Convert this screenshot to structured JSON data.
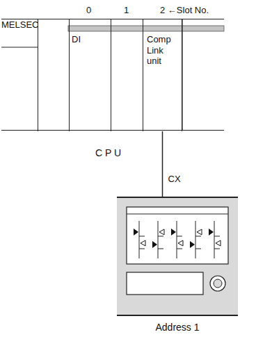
{
  "diagram": {
    "nodes": [
      {
        "text": [
          "MELSEC"
        ]
      },
      {
        "text": [
          "C P U"
        ],
        "in": 0
      },
      {
        "text": [
          "DI"
        ],
        "in": 0
      },
      {
        "text": [
          "Comp Link unit"
        ],
        "in": 0
      },
      {
        "text": [
          "Address 1"
        ]
      }
    ],
    "edges": [
      {
        "from": 3,
        "to": 4,
        "arrow": "none",
        "label": "CX"
      }
    ],
    "labels": [
      "0",
      "1",
      "2 ←Slot No."
    ]
  }
}
